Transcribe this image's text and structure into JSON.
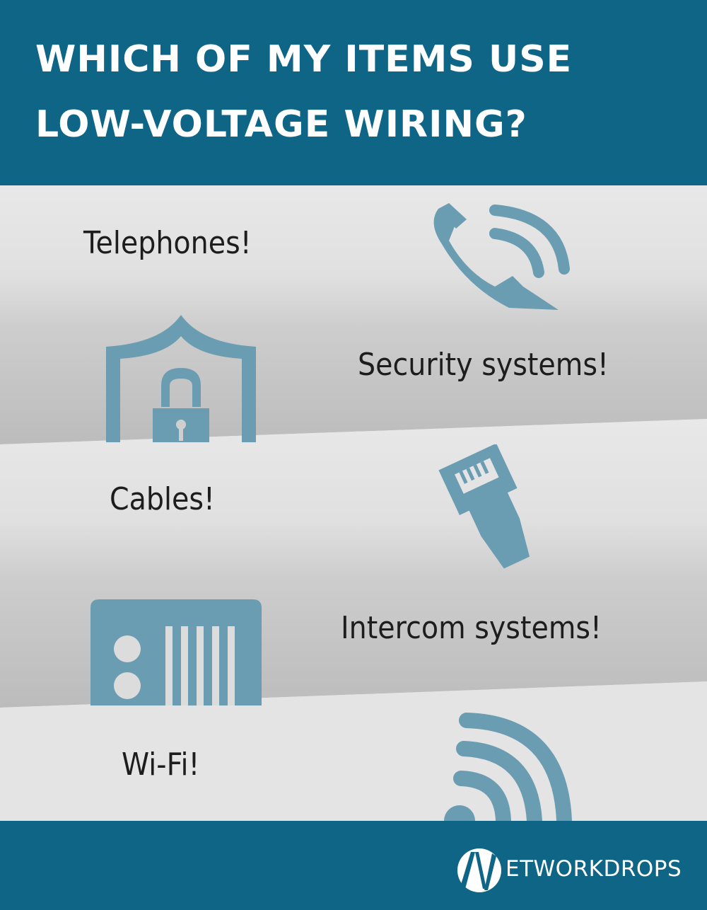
{
  "header": {
    "title_line1": "Which of my items use",
    "title_line2": "low-voltage wiring?"
  },
  "items": [
    {
      "label": "Telephones!",
      "icon": "telephone-icon"
    },
    {
      "label": "Security systems!",
      "icon": "shield-lock-icon"
    },
    {
      "label": "Cables!",
      "icon": "ethernet-plug-icon"
    },
    {
      "label": "Intercom systems!",
      "icon": "intercom-icon"
    },
    {
      "label": "Wi-Fi!",
      "icon": "wifi-icon"
    }
  ],
  "footer": {
    "brand": "ETWORKDROPS"
  },
  "colors": {
    "brand_blue": "#0e6586",
    "icon_blue": "#6b9db2",
    "panel_light": "#e6e6e6",
    "panel_shadow": "#c4c4c4"
  }
}
